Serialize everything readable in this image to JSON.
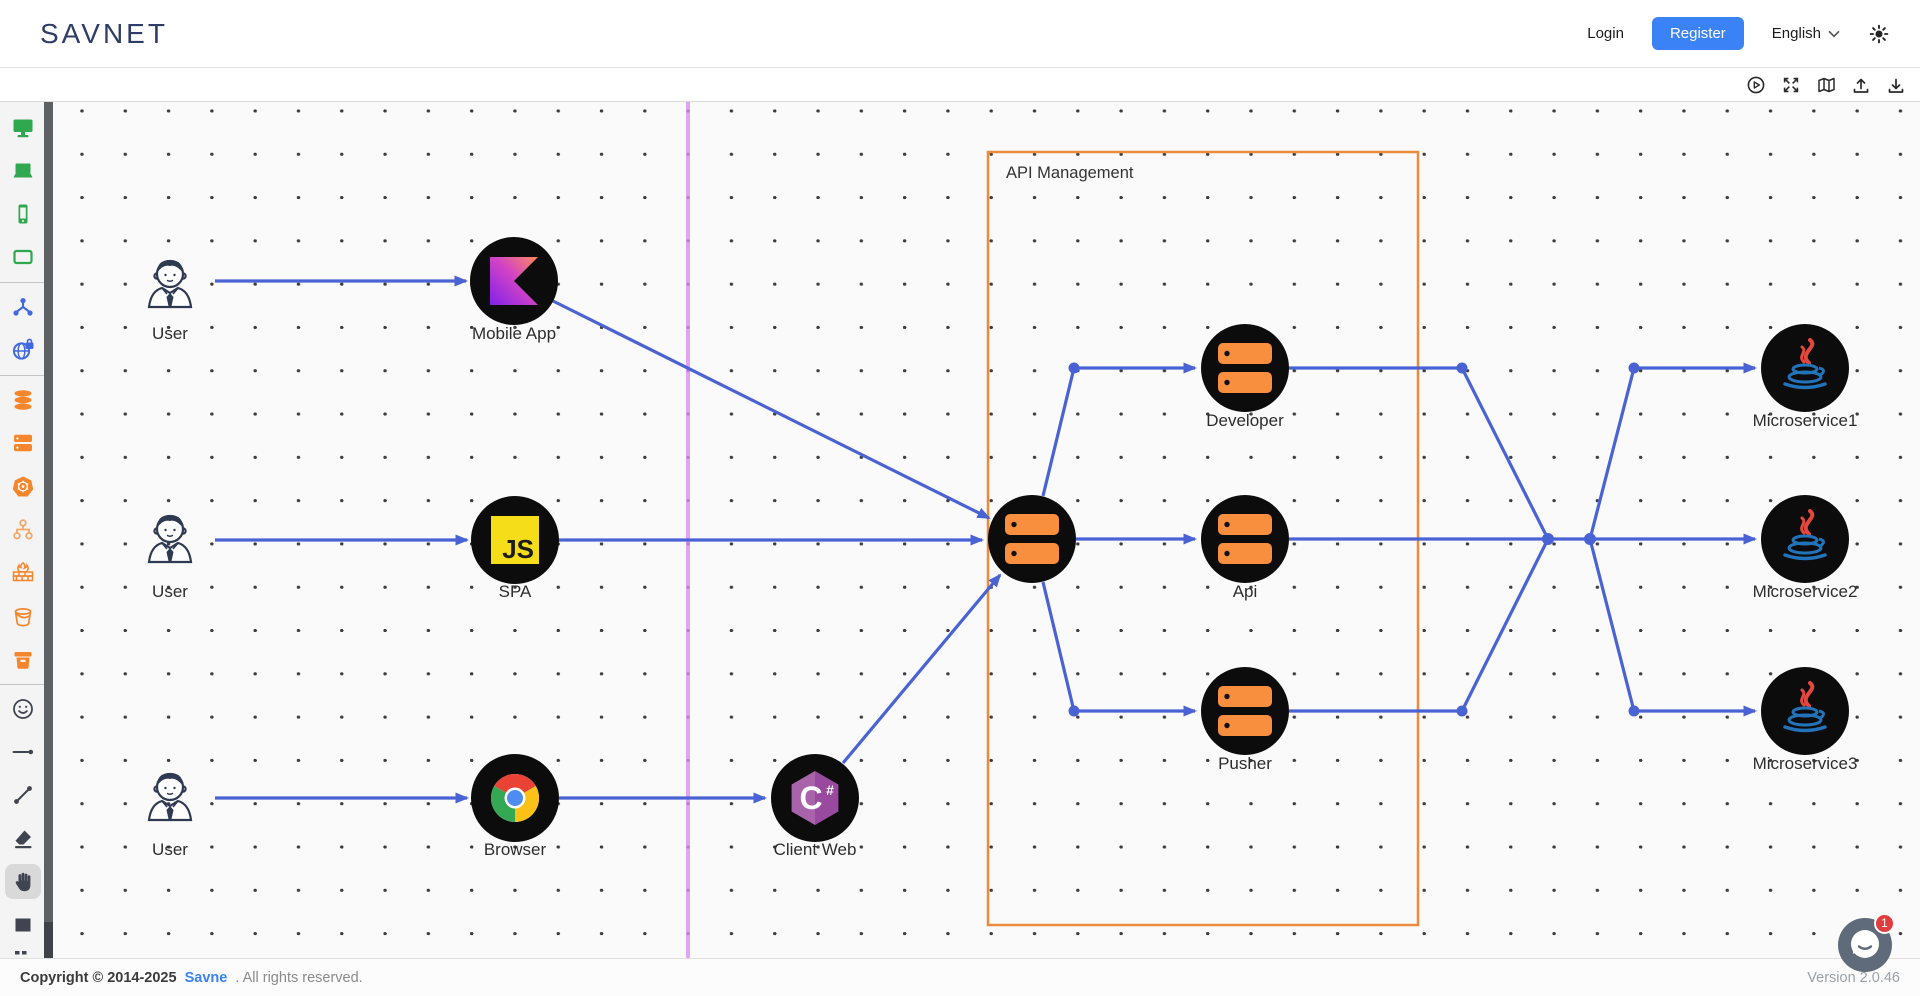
{
  "header": {
    "logo": "SAVNET",
    "login_label": "Login",
    "register_label": "Register",
    "language_label": "English",
    "icons": [
      "chevron-down",
      "brightness-sun"
    ]
  },
  "toolbar": {
    "icons": [
      "play-circle",
      "fullscreen-expand",
      "map",
      "upload",
      "download"
    ]
  },
  "sidebar": {
    "selected_tool": "hand",
    "groups": [
      {
        "color": "#2fa84f",
        "icons": [
          "desktop-monitor",
          "laptop",
          "smartphone",
          "tablet"
        ]
      },
      {
        "color": "#4169e1",
        "icons": [
          "network-nodes",
          "globe-lock"
        ]
      },
      {
        "color": "#f6862c",
        "icons": [
          "database",
          "server",
          "kubernetes",
          "cluster-tree",
          "firewall",
          "bucket",
          "storage-bin"
        ]
      },
      {
        "color": "#3f4450",
        "icons": [
          "smiley",
          "arrow-line",
          "connector-line",
          "eraser",
          "hand",
          "rectangle"
        ]
      }
    ]
  },
  "diagram": {
    "container": {
      "label": "API Management",
      "border_color": "#ed8b3d"
    },
    "nodes": [
      {
        "id": "user-top",
        "label": "User",
        "icon": "user-avatar"
      },
      {
        "id": "mobile-app",
        "label": "Mobile App",
        "icon": "kotlin"
      },
      {
        "id": "user-middle",
        "label": "User",
        "icon": "user-avatar"
      },
      {
        "id": "spa",
        "label": "SPA",
        "icon": "javascript"
      },
      {
        "id": "user-bottom",
        "label": "User",
        "icon": "user-avatar"
      },
      {
        "id": "browser",
        "label": "Browser",
        "icon": "chrome"
      },
      {
        "id": "client-web",
        "label": "Client Web",
        "icon": "csharp"
      },
      {
        "id": "api-gateway",
        "label": "",
        "icon": "server"
      },
      {
        "id": "developer",
        "label": "Developer",
        "icon": "server"
      },
      {
        "id": "api",
        "label": "Api",
        "icon": "server"
      },
      {
        "id": "pusher",
        "label": "Pusher",
        "icon": "server"
      },
      {
        "id": "microservice1",
        "label": "Microservice1",
        "icon": "java"
      },
      {
        "id": "microservice2",
        "label": "Microservice2",
        "icon": "java"
      },
      {
        "id": "microservice3",
        "label": "Microservice3",
        "icon": "java"
      }
    ],
    "edges": [
      {
        "from": "user-top",
        "to": "mobile-app"
      },
      {
        "from": "user-middle",
        "to": "spa"
      },
      {
        "from": "user-bottom",
        "to": "browser"
      },
      {
        "from": "mobile-app",
        "to": "api-gateway"
      },
      {
        "from": "spa",
        "to": "api-gateway"
      },
      {
        "from": "browser",
        "to": "client-web"
      },
      {
        "from": "client-web",
        "to": "api-gateway"
      },
      {
        "from": "api-gateway",
        "to": "developer"
      },
      {
        "from": "api-gateway",
        "to": "api"
      },
      {
        "from": "api-gateway",
        "to": "pusher"
      },
      {
        "from": "developer",
        "to": "hub"
      },
      {
        "from": "pusher",
        "to": "hub"
      },
      {
        "from": "api",
        "to": "microservice2"
      },
      {
        "from": "hub",
        "to": "microservice1"
      },
      {
        "from": "hub",
        "to": "microservice3"
      }
    ]
  },
  "colors": {
    "accent": "#3b82f6",
    "connection": "#4a63d4",
    "container_border": "#ed8b3d",
    "guide_line": "#de8cf0",
    "node_circle": "#0c0c0c",
    "server_icon": "#f78f3f"
  },
  "footer": {
    "copyright_prefix": "Copyright © 2014-2025",
    "brand": "Savne",
    "copyright_suffix": ". All rights reserved.",
    "version": "Version 2.0.46"
  },
  "chat": {
    "badge": "1"
  }
}
